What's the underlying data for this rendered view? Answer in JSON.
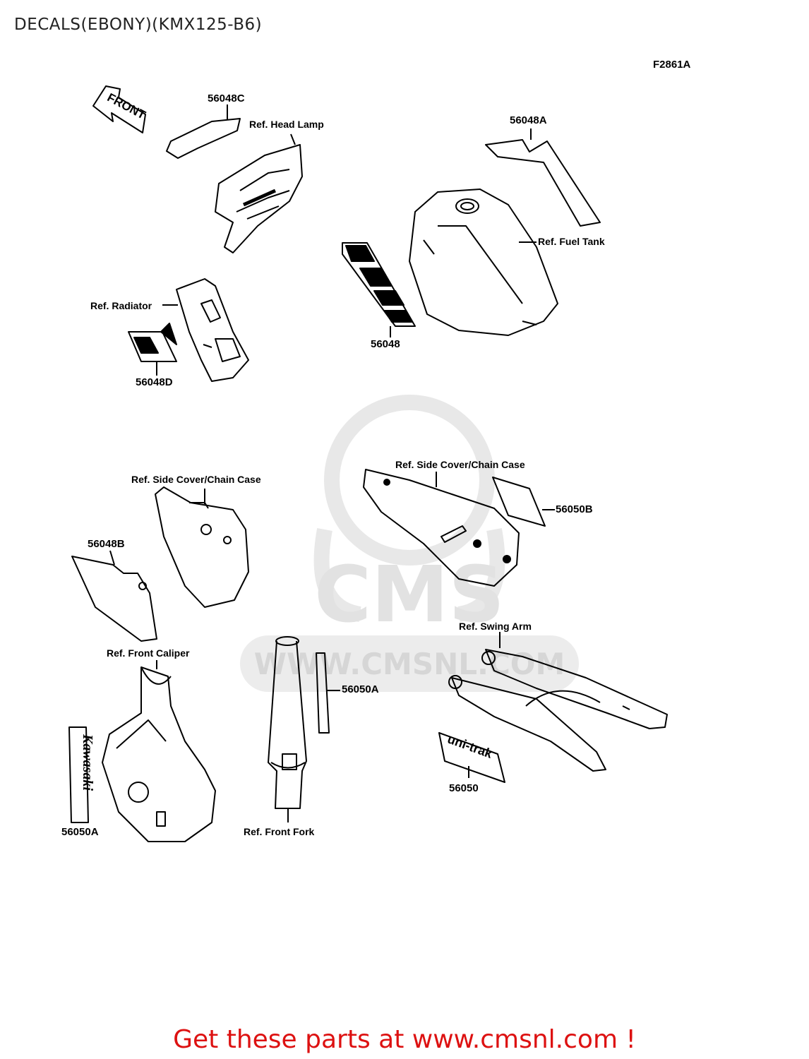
{
  "header": {
    "title": "DECALS(EBONY)(KMX125-B6)",
    "figure_code": "F2861A"
  },
  "labels": {
    "head_lamp": "Ref. Head Lamp",
    "fuel_tank": "Ref. Fuel Tank",
    "radiator": "Ref. Radiator",
    "side_cover_left": "Ref. Side Cover/Chain Case",
    "side_cover_right": "Ref. Side Cover/Chain Case",
    "front_caliper": "Ref. Front Caliper",
    "swing_arm": "Ref. Swing Arm",
    "front_fork": "Ref. Front Fork"
  },
  "parts": {
    "p56048C": "56048C",
    "p56048A": "56048A",
    "p56048": "56048",
    "p56048D": "56048D",
    "p56048B": "56048B",
    "p56050B": "56050B",
    "p56050A_fork": "56050A",
    "p56050A_caliper": "56050A",
    "p56050": "56050"
  },
  "decal_text": {
    "front_arrow": "FRONT",
    "kawasaki": "Kawasaki",
    "unitrak": "uni-trak"
  },
  "watermark": {
    "brand": "CMS",
    "url": "WWW.CMSNL.COM"
  },
  "footer": {
    "text": "Get these parts at www.cmsnl.com !"
  },
  "colors": {
    "footer_red": "#dd1111",
    "watermark_gray": "#e6e6e6",
    "line": "#000000"
  }
}
